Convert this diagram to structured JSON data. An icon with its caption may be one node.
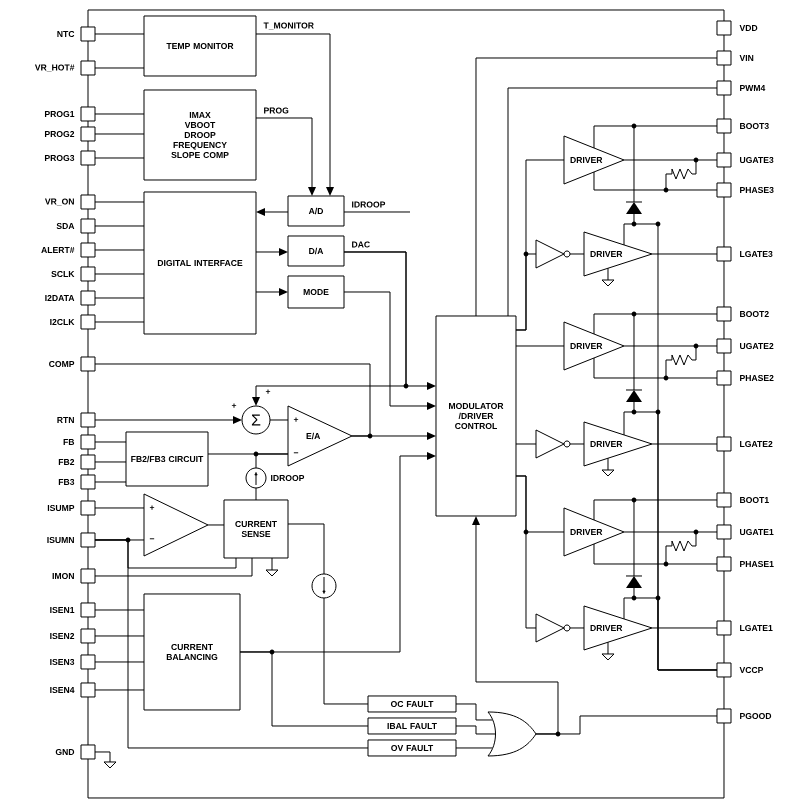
{
  "diagram": {
    "nodes": [
      {
        "text": [
          "TEMP MONITOR"
        ]
      },
      {
        "text": [
          "IMAX",
          "VBOOT",
          "DROOP",
          "FREQUENCY",
          "SLOPE COMP"
        ]
      },
      {
        "text": [
          "DIGITAL INTERFACE"
        ]
      },
      {
        "text": [
          "A/D"
        ]
      },
      {
        "text": [
          "D/A"
        ]
      },
      {
        "text": [
          "MODE"
        ]
      },
      {
        "text": [
          "MODULATOR /DRIVER CONTROL"
        ]
      },
      {
        "text": [
          "Σ"
        ]
      },
      {
        "text": [
          "E/A"
        ]
      },
      {
        "text": [
          "FB2/FB3 CIRCUIT"
        ]
      },
      {
        "text": [],
        "shape": "circle",
        "beside": [
          "IDROOP"
        ]
      },
      {
        "text": [],
        "shape": "triangle"
      },
      {
        "text": [
          "CURRENT SENSE"
        ]
      },
      {
        "text": [],
        "shape": "circle"
      },
      {
        "text": [
          "CURRENT BALANCING"
        ]
      },
      {
        "text": [
          "OC FAULT"
        ]
      },
      {
        "text": [
          "IBAL FAULT"
        ]
      },
      {
        "text": [
          "OV FAULT"
        ]
      },
      {
        "text": [],
        "shape": "gate"
      },
      {
        "text": [
          "DRIVER"
        ]
      },
      {
        "text": [],
        "shape": "triangle"
      },
      {
        "text": [
          "DRIVER"
        ]
      },
      {
        "text": [
          "DRIVER"
        ]
      },
      {
        "text": [],
        "shape": "triangle"
      },
      {
        "text": [
          "DRIVER"
        ]
      },
      {
        "text": [
          "DRIVER"
        ]
      },
      {
        "text": [],
        "shape": "triangle"
      },
      {
        "text": [
          "DRIVER"
        ]
      },
      {
        "text": [],
        "shape": "box",
        "beside": [
          "NTC"
        ]
      },
      {
        "text": [],
        "shape": "box",
        "beside": [
          "VR_HOT#"
        ]
      },
      {
        "text": [],
        "shape": "box",
        "beside": [
          "PROG1"
        ]
      },
      {
        "text": [],
        "shape": "box",
        "beside": [
          "PROG2"
        ]
      },
      {
        "text": [],
        "shape": "box",
        "beside": [
          "PROG3"
        ]
      },
      {
        "text": [],
        "shape": "box",
        "beside": [
          "VR_ON"
        ]
      },
      {
        "text": [],
        "shape": "box",
        "beside": [
          "SDA"
        ]
      },
      {
        "text": [],
        "shape": "box",
        "beside": [
          "ALERT#"
        ]
      },
      {
        "text": [],
        "shape": "box",
        "beside": [
          "SCLK"
        ]
      },
      {
        "text": [],
        "shape": "box",
        "beside": [
          "I2DATA"
        ]
      },
      {
        "text": [],
        "shape": "box",
        "beside": [
          "I2CLK"
        ]
      },
      {
        "text": [],
        "shape": "box",
        "beside": [
          "COMP"
        ]
      },
      {
        "text": [],
        "shape": "box",
        "beside": [
          "RTN"
        ]
      },
      {
        "text": [],
        "shape": "box",
        "beside": [
          "FB"
        ]
      },
      {
        "text": [],
        "shape": "box",
        "beside": [
          "FB2"
        ]
      },
      {
        "text": [],
        "shape": "box",
        "beside": [
          "FB3"
        ]
      },
      {
        "text": [],
        "shape": "box",
        "beside": [
          "ISUMP"
        ]
      },
      {
        "text": [],
        "shape": "box",
        "beside": [
          "ISUMN"
        ]
      },
      {
        "text": [],
        "shape": "box",
        "beside": [
          "IMON"
        ]
      },
      {
        "text": [],
        "shape": "box",
        "beside": [
          "ISEN1"
        ]
      },
      {
        "text": [],
        "shape": "box",
        "beside": [
          "ISEN2"
        ]
      },
      {
        "text": [],
        "shape": "box",
        "beside": [
          "ISEN3"
        ]
      },
      {
        "text": [],
        "shape": "box",
        "beside": [
          "ISEN4"
        ]
      },
      {
        "text": [],
        "shape": "box",
        "beside": [
          "GND"
        ]
      },
      {
        "text": [],
        "shape": "box",
        "beside": [
          "VDD"
        ]
      },
      {
        "text": [],
        "shape": "box",
        "beside": [
          "VIN"
        ]
      },
      {
        "text": [],
        "shape": "box",
        "beside": [
          "PWM4"
        ]
      },
      {
        "text": [],
        "shape": "box",
        "beside": [
          "BOOT3"
        ]
      },
      {
        "text": [],
        "shape": "box",
        "beside": [
          "UGATE3"
        ]
      },
      {
        "text": [],
        "shape": "box",
        "beside": [
          "PHASE3"
        ]
      },
      {
        "text": [],
        "shape": "box",
        "beside": [
          "LGATE3"
        ]
      },
      {
        "text": [],
        "shape": "box",
        "beside": [
          "BOOT2"
        ]
      },
      {
        "text": [],
        "shape": "box",
        "beside": [
          "UGATE2"
        ]
      },
      {
        "text": [],
        "shape": "box",
        "beside": [
          "PHASE2"
        ]
      },
      {
        "text": [],
        "shape": "box",
        "beside": [
          "LGATE2"
        ]
      },
      {
        "text": [],
        "shape": "box",
        "beside": [
          "BOOT1"
        ]
      },
      {
        "text": [],
        "shape": "box",
        "beside": [
          "UGATE1"
        ]
      },
      {
        "text": [],
        "shape": "box",
        "beside": [
          "PHASE1"
        ]
      },
      {
        "text": [],
        "shape": "box",
        "beside": [
          "LGATE1"
        ]
      },
      {
        "text": [],
        "shape": "box",
        "beside": [
          "VCCP"
        ]
      },
      {
        "text": [],
        "shape": "box",
        "beside": [
          "PGOOD"
        ]
      }
    ],
    "edges": [
      {
        "from": 28,
        "to": 0,
        "arrow": "none"
      },
      {
        "from": 29,
        "to": 0,
        "arrow": "none"
      },
      {
        "from": 30,
        "to": 1,
        "arrow": "none"
      },
      {
        "from": 31,
        "to": 1,
        "arrow": "none"
      },
      {
        "from": 32,
        "to": 1,
        "arrow": "none"
      },
      {
        "from": 33,
        "to": 2,
        "arrow": "none"
      },
      {
        "from": 34,
        "to": 2,
        "arrow": "none"
      },
      {
        "from": 35,
        "to": 2,
        "arrow": "none"
      },
      {
        "from": 36,
        "to": 2,
        "arrow": "none"
      },
      {
        "from": 37,
        "to": 2,
        "arrow": "none"
      },
      {
        "from": 38,
        "to": 2,
        "arrow": "none"
      },
      {
        "from": 0,
        "to": 3,
        "arrow": "to",
        "label": "T_MONITOR"
      },
      {
        "from": 1,
        "to": 3,
        "arrow": "to",
        "label": "PROG"
      },
      {
        "from": 3,
        "to": 2,
        "arrow": "to"
      },
      {
        "from": null,
        "to": 3,
        "arrow": "none",
        "label": "IDROOP"
      },
      {
        "from": 2,
        "to": 4,
        "arrow": "to"
      },
      {
        "from": 2,
        "to": 5,
        "arrow": "to"
      },
      {
        "from": 4,
        "to": 6,
        "arrow": "to",
        "label": "DAC"
      },
      {
        "from": 4,
        "to": 7,
        "arrow": "to"
      },
      {
        "from": 5,
        "to": 6,
        "arrow": "to"
      },
      {
        "from": 39,
        "to": 8,
        "arrow": "none"
      },
      {
        "from": 8,
        "to": 6,
        "arrow": "to"
      },
      {
        "from": 40,
        "to": 7,
        "arrow": "to"
      },
      {
        "from": 41,
        "to": 9,
        "arrow": "none"
      },
      {
        "from": 42,
        "to": 9,
        "arrow": "none"
      },
      {
        "from": 43,
        "to": 9,
        "arrow": "none"
      },
      {
        "from": 9,
        "to": 8,
        "arrow": "none"
      },
      {
        "from": 7,
        "to": 8,
        "arrow": "none"
      },
      {
        "from": 10,
        "to": 8,
        "arrow": "none"
      },
      {
        "from": 12,
        "to": 10,
        "arrow": "none"
      },
      {
        "from": 44,
        "to": 11,
        "arrow": "none"
      },
      {
        "from": 45,
        "to": 11,
        "arrow": "none"
      },
      {
        "from": 11,
        "to": 12,
        "arrow": "none"
      },
      {
        "from": 12,
        "to": 46,
        "arrow": "none"
      },
      {
        "from": 45,
        "to": 12,
        "arrow": "none"
      },
      {
        "from": 12,
        "to": 13,
        "arrow": "none"
      },
      {
        "from": 13,
        "to": 15,
        "arrow": "none"
      },
      {
        "from": 47,
        "to": 14,
        "arrow": "none"
      },
      {
        "from": 48,
        "to": 14,
        "arrow": "none"
      },
      {
        "from": 49,
        "to": 14,
        "arrow": "none"
      },
      {
        "from": 50,
        "to": 14,
        "arrow": "none"
      },
      {
        "from": 14,
        "to": 6,
        "arrow": "to"
      },
      {
        "from": 14,
        "to": 16,
        "arrow": "none"
      },
      {
        "from": 45,
        "to": 17,
        "arrow": "none"
      },
      {
        "from": 15,
        "to": 18,
        "arrow": "none"
      },
      {
        "from": 16,
        "to": 18,
        "arrow": "none"
      },
      {
        "from": 17,
        "to": 18,
        "arrow": "none"
      },
      {
        "from": 18,
        "to": 6,
        "arrow": "to"
      },
      {
        "from": 18,
        "to": 68,
        "arrow": "none"
      },
      {
        "from": 53,
        "to": 6,
        "arrow": "none"
      },
      {
        "from": 54,
        "to": 6,
        "arrow": "none"
      },
      {
        "from": 6,
        "to": 19,
        "arrow": "none"
      },
      {
        "from": 6,
        "to": 20,
        "arrow": "none"
      },
      {
        "from": 20,
        "to": 21,
        "arrow": "none"
      },
      {
        "from": 19,
        "to": 56,
        "arrow": "none"
      },
      {
        "from": 21,
        "to": 58,
        "arrow": "none"
      },
      {
        "from": 55,
        "to": 19,
        "arrow": "none"
      },
      {
        "from": 57,
        "to": 19,
        "arrow": "none"
      },
      {
        "from": 6,
        "to": 22,
        "arrow": "none"
      },
      {
        "from": 6,
        "to": 23,
        "arrow": "none"
      },
      {
        "from": 23,
        "to": 24,
        "arrow": "none"
      },
      {
        "from": 22,
        "to": 60,
        "arrow": "none"
      },
      {
        "from": 24,
        "to": 62,
        "arrow": "none"
      },
      {
        "from": 59,
        "to": 22,
        "arrow": "none"
      },
      {
        "from": 61,
        "to": 22,
        "arrow": "none"
      },
      {
        "from": 6,
        "to": 25,
        "arrow": "none"
      },
      {
        "from": 6,
        "to": 26,
        "arrow": "none"
      },
      {
        "from": 26,
        "to": 27,
        "arrow": "none"
      },
      {
        "from": 25,
        "to": 64,
        "arrow": "none"
      },
      {
        "from": 27,
        "to": 66,
        "arrow": "none"
      },
      {
        "from": 63,
        "to": 25,
        "arrow": "none"
      },
      {
        "from": 65,
        "to": 25,
        "arrow": "none"
      },
      {
        "from": 67,
        "to": 21,
        "arrow": "none"
      },
      {
        "from": 67,
        "to": 24,
        "arrow": "none"
      },
      {
        "from": 67,
        "to": 27,
        "arrow": "none"
      }
    ],
    "labels": [
      "+",
      "+",
      "+",
      "−",
      "+",
      "−"
    ]
  }
}
